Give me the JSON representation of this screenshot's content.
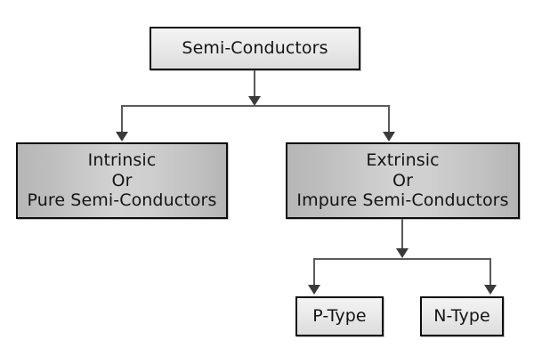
{
  "diagram": {
    "title": "Semi-Conductors classification flowchart",
    "background_color": "#ffffff",
    "border_color": "#0d0d0d",
    "connector_color": "#5a5a5a",
    "light_fill": "#ececec",
    "dark_fill": "#c6c6c6",
    "nodes": {
      "root": {
        "label": "Semi-Conductors",
        "lines": [
          "Semi-Conductors"
        ]
      },
      "intrinsic": {
        "label": "Intrinsic Or Pure Semi-Conductors",
        "lines": [
          "Intrinsic",
          "Or",
          "Pure Semi-Conductors"
        ]
      },
      "extrinsic": {
        "label": "Extrinsic Or Impure Semi-Conductors",
        "lines": [
          "Extrinsic",
          "Or",
          "Impure Semi-Conductors"
        ]
      },
      "ptype": {
        "label": "P-Type",
        "lines": [
          "P-Type"
        ]
      },
      "ntype": {
        "label": "N-Type",
        "lines": [
          "N-Type"
        ]
      }
    },
    "edges": [
      {
        "from": "root",
        "to": "intrinsic"
      },
      {
        "from": "root",
        "to": "extrinsic"
      },
      {
        "from": "extrinsic",
        "to": "ptype"
      },
      {
        "from": "extrinsic",
        "to": "ntype"
      }
    ]
  }
}
